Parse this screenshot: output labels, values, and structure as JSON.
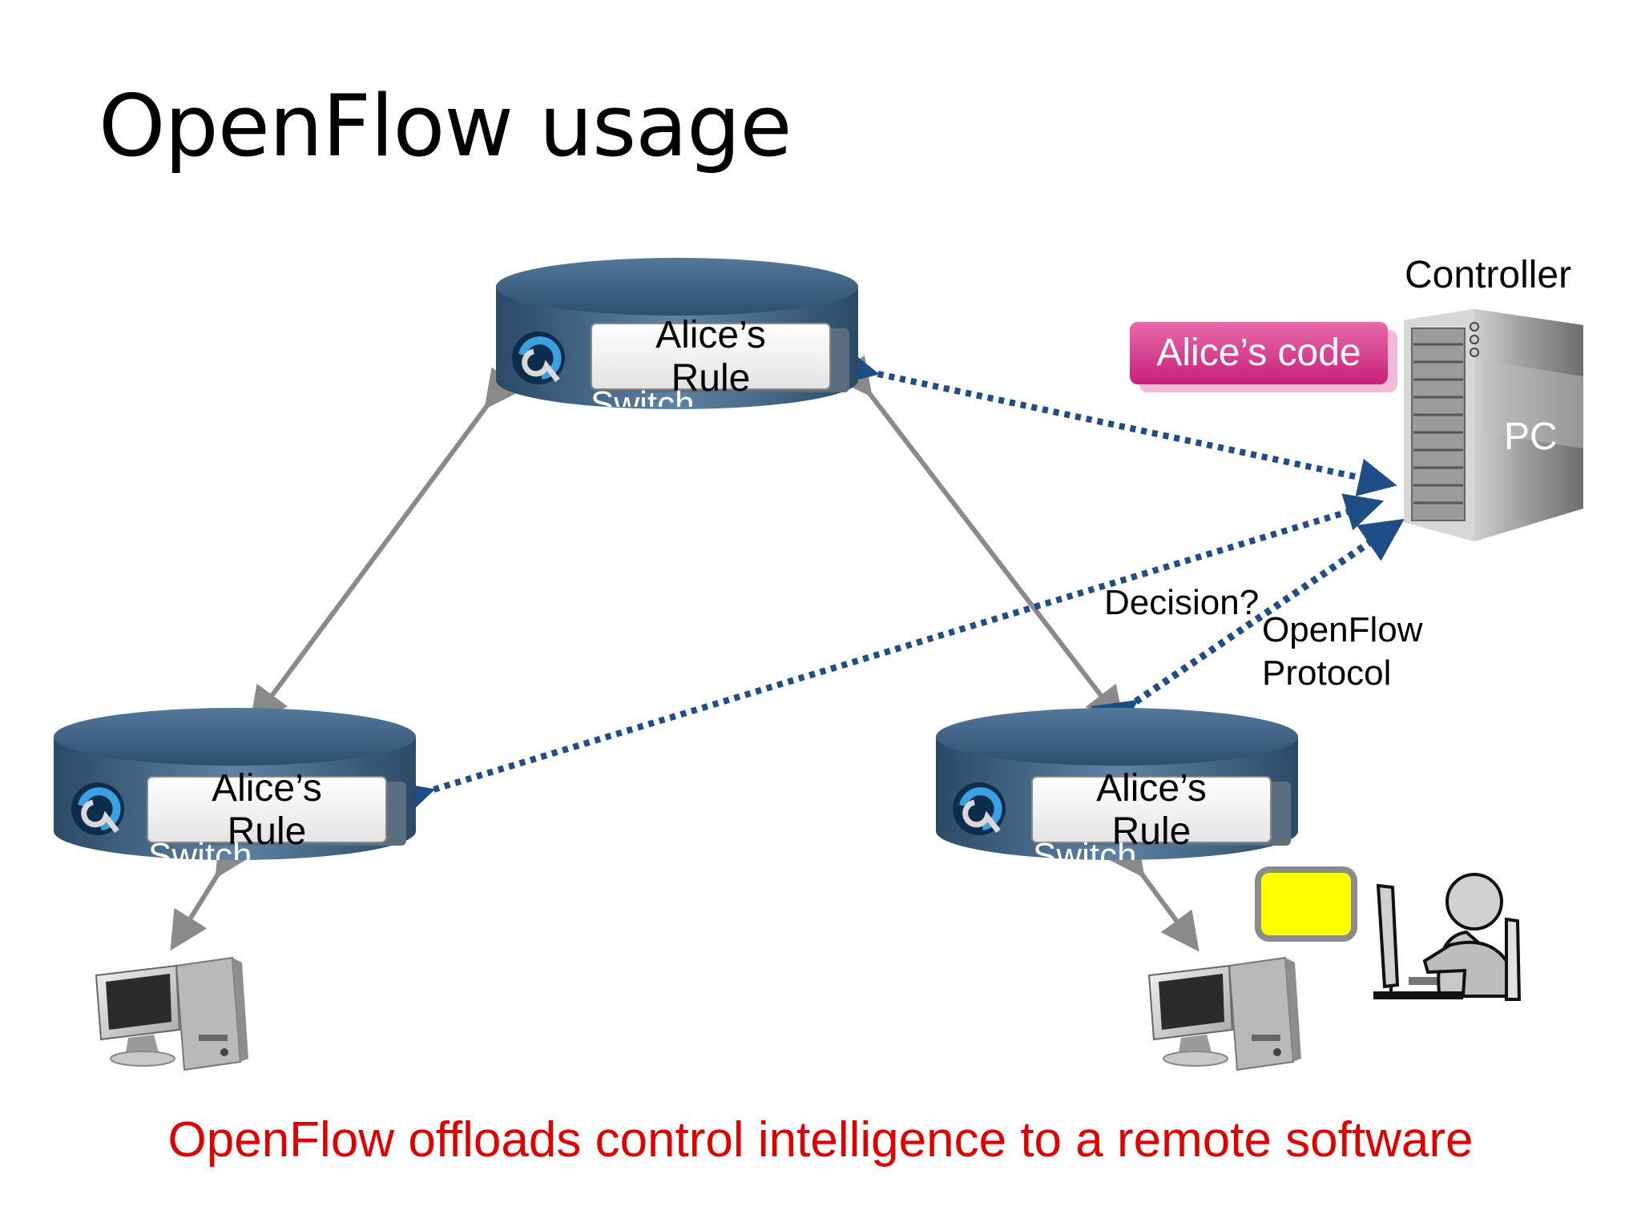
{
  "title": "OpenFlow usage",
  "controller": {
    "label": "Controller",
    "code_badge": "Alice’s code",
    "pc_label": "PC"
  },
  "switches": [
    {
      "id": "top",
      "rule_line1": "Alice’s",
      "rule_line2": "Rule",
      "label": "Switch"
    },
    {
      "id": "left",
      "rule_line1": "Alice’s",
      "rule_line2": "Rule",
      "label": "Switch"
    },
    {
      "id": "right",
      "rule_line1": "Alice’s",
      "rule_line2": "Rule",
      "label": "Switch"
    }
  ],
  "annotations": {
    "decision": "Decision?",
    "protocol_line1": "OpenFlow",
    "protocol_line2": "Protocol"
  },
  "footer": "OpenFlow offloads control intelligence to a remote software",
  "colors": {
    "switch_body": "#3f6585",
    "dotted_link": "#1f4e86",
    "solid_link": "#8a8a8a",
    "code_badge": "#d43b8c",
    "packet": "#ffff00",
    "footer_text": "#e00000"
  },
  "icons": [
    "openflow-logo-icon",
    "desktop-computer-icon",
    "server-tower-icon",
    "user-at-computer-icon",
    "packet-icon"
  ]
}
